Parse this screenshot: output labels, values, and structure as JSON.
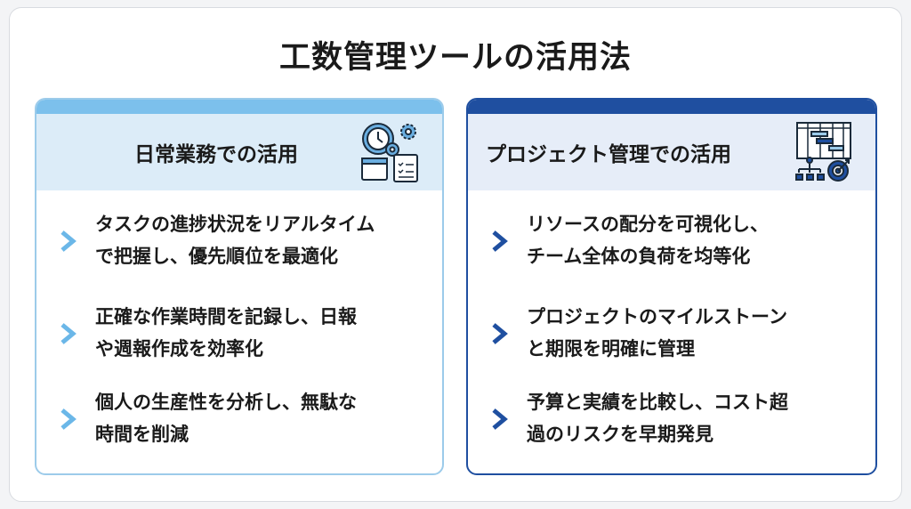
{
  "title": "工数管理ツールの活用法",
  "colors": {
    "left_accent": "#7cc0ec",
    "right_accent": "#1f4fa0"
  },
  "left": {
    "heading": "日常業務での活用",
    "icon": "clock-gears-calendar-checklist-icon",
    "items": [
      {
        "line1": "タスクの進捗状況をリアルタイム",
        "line2": "で把握し、優先順位を最適化"
      },
      {
        "line1": "正確な作業時間を記録し、日報",
        "line2": "や週報作成を効率化"
      },
      {
        "line1": "個人の生産性を分析し、無駄な",
        "line2": "時間を削減"
      }
    ]
  },
  "right": {
    "heading": "プロジェクト管理での活用",
    "icon": "gantt-org-target-icon",
    "items": [
      {
        "line1": "リソースの配分を可視化し、",
        "line2": "チーム全体の負荷を均等化"
      },
      {
        "line1": "プロジェクトのマイルストーン",
        "line2": "と期限を明確に管理"
      },
      {
        "line1": "予算と実績を比較し、コスト超",
        "line2": "過のリスクを早期発見"
      }
    ]
  }
}
